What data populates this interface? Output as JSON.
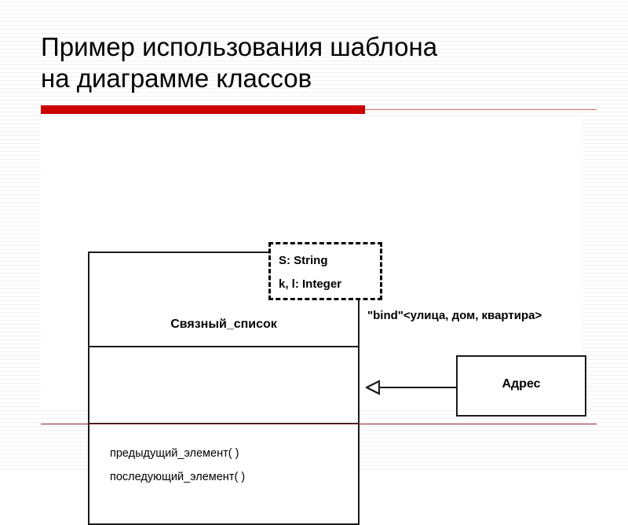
{
  "slide": {
    "title": "Пример использования шаблона\nна диаграмме классов",
    "accent_color": "#cc0000",
    "rule_color": "#8d2020",
    "text_color": "#000000"
  },
  "diagram": {
    "type": "uml-class-diagram",
    "template_class": {
      "name": "Связный_список",
      "template_parameters": [
        "S: String",
        "k, l: Integer"
      ],
      "attributes": [],
      "operations": [
        "предыдущий_элемент( )",
        "последующий_элемент( )"
      ]
    },
    "binding": {
      "stereotype_label": "\"bind\"<улица, дом, квартира>",
      "arrow_kind": "hollow-triangle",
      "arrow_direction": "left"
    },
    "bound_class": {
      "name": "Адрес"
    }
  }
}
